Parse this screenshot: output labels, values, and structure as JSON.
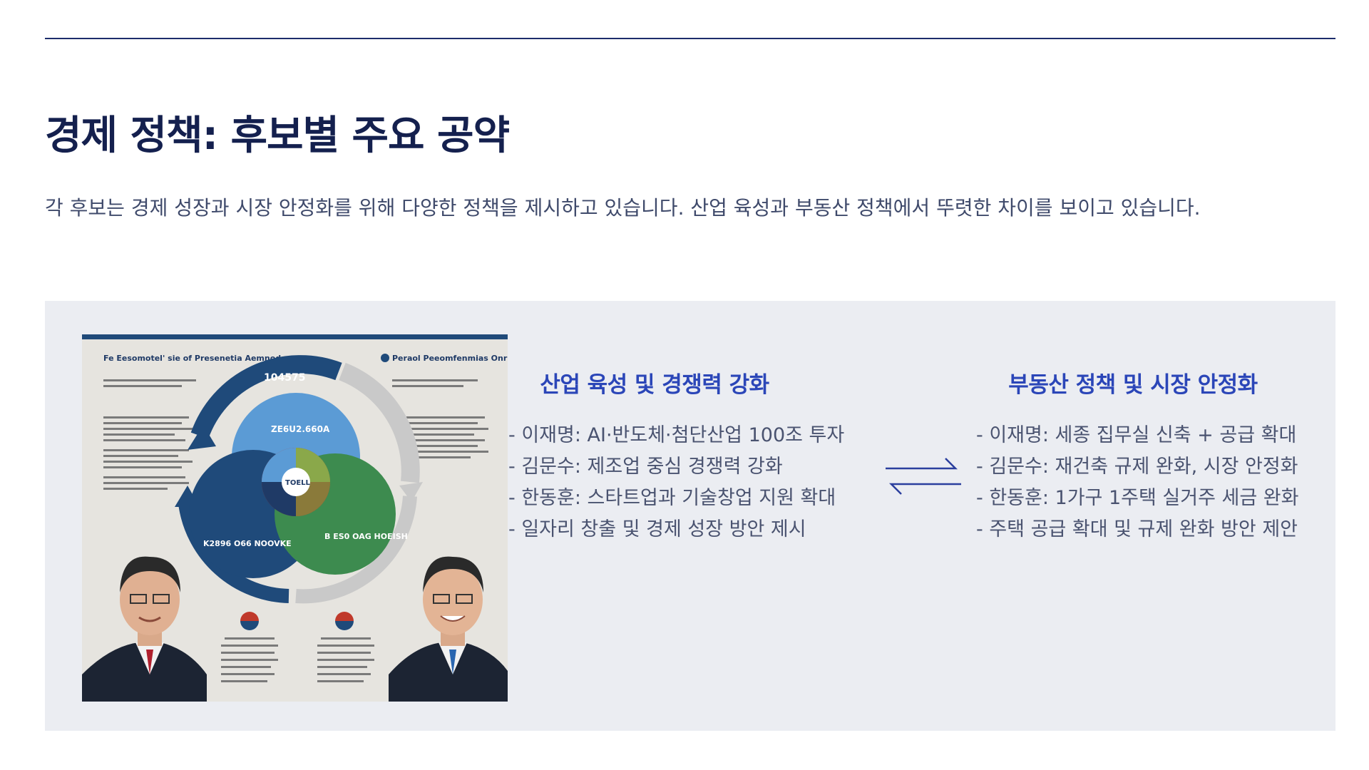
{
  "header": {
    "title": "경제 정책: 후보별 주요 공약",
    "subtitle": "각 후보는 경제 성장과 시장 안정화를 위해 다양한 정책을 제시하고 있습니다. 산업 육성과 부동산 정책에서 뚜렷한 차이를 보이고 있습니다."
  },
  "illustration": {
    "heading_left": "Fe Eesomotel' sie of Presenetia Aemnodaes",
    "heading_right": "Peraol Peeomfenmias Onrmeseles",
    "top_number": "104575",
    "top_segment": "ZE6U2.660A",
    "left_segment": "K2896 O66 NOOVKE",
    "right_segment": "B ES0 OAG HOEISH",
    "center_text": "TOELL",
    "colors": {
      "navy": "#1f4a7a",
      "blue": "#5b9bd5",
      "red": "#c0392b",
      "green": "#3d8b4f",
      "olive": "#8a7a3a",
      "grey": "#c9c9c9"
    }
  },
  "industry": {
    "title": "산업 육성 및 경쟁력 강화",
    "items": [
      "- 이재명: AI·반도체·첨단산업 100조 투자",
      "- 김문수: 제조업 중심 경쟁력 강화",
      "- 한동훈: 스타트업과 기술창업 지원 확대",
      "- 일자리 창출 및 경제 성장 방안 제시"
    ]
  },
  "realestate": {
    "title": "부동산 정책 및 시장 안정화",
    "items": [
      "- 이재명: 세종 집무실 신축 + 공급 확대",
      "- 김문수: 재건축 규제 완화, 시장 안정화",
      "- 한동훈: 1가구 1주택 실거주 세금 완화",
      "- 주택 공급 확대 및 규제 완화 방안 제안"
    ]
  },
  "colors": {
    "accent": "#2b46b8",
    "title": "#14204e",
    "panel_bg": "#ebedf2",
    "rule": "#1d2d6b"
  }
}
